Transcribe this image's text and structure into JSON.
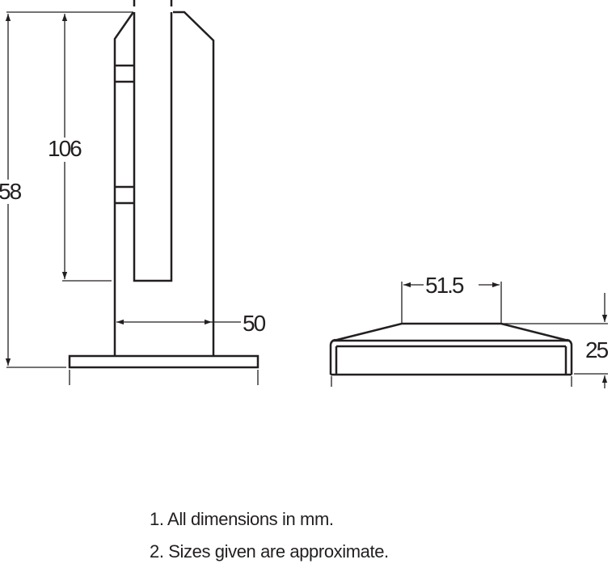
{
  "dimensions": {
    "overall_height": "58",
    "slot_depth": "106",
    "post_width": "50",
    "cap_top_width": "51.5",
    "cap_height": "25"
  },
  "notes": [
    "1. All dimensions in mm.",
    "2. Sizes given are approximate."
  ],
  "colors": {
    "line": "#231f20",
    "background": "#ffffff"
  }
}
